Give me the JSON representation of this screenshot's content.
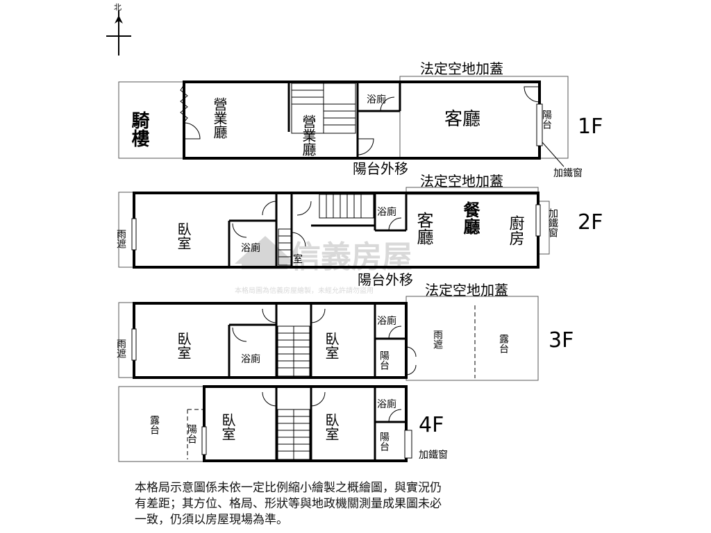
{
  "compass": {
    "north_label": "北"
  },
  "watermark": {
    "brand": "信義房屋",
    "notice": "本格局圖為信義房屋繪製，未經允許請勿盜用"
  },
  "floors": [
    {
      "id": "1f",
      "floor_label": "1F",
      "annotations": {
        "top": "法定空地加蓋",
        "bottom": "陽台外移",
        "right_window": "加鐵窗"
      },
      "rooms": [
        "騎樓",
        "營業廳",
        "營業廳",
        "浴廁",
        "客廳",
        "陽台"
      ]
    },
    {
      "id": "2f",
      "floor_label": "2F",
      "annotations": {
        "top": "法定空地加蓋",
        "bottom": "陽台外移",
        "right_window": "加鐵窗"
      },
      "rooms": [
        "雨遮",
        "臥室",
        "浴廁",
        "室",
        "浴廁",
        "客廳",
        "餐廳",
        "廚房"
      ]
    },
    {
      "id": "3f",
      "floor_label": "3F",
      "annotations": {
        "top": "法定空地加蓋"
      },
      "rooms": [
        "雨遮",
        "臥室",
        "浴廁",
        "臥室",
        "浴廁",
        "陽台",
        "雨遮",
        "露台"
      ]
    },
    {
      "id": "4f",
      "floor_label": "4F",
      "annotations": {
        "right_window": "加鐵窗"
      },
      "rooms": [
        "露台",
        "陽台",
        "臥室",
        "臥室",
        "浴廁",
        "陽台"
      ]
    }
  ],
  "disclaimer": "本格局示意圖係未依一定比例縮小繪製之概繪圖，與實況仍\n有差距；其方位、格局、形狀等與地政機關測量成果圖未必\n一致，仍須以房屋現場為準。"
}
